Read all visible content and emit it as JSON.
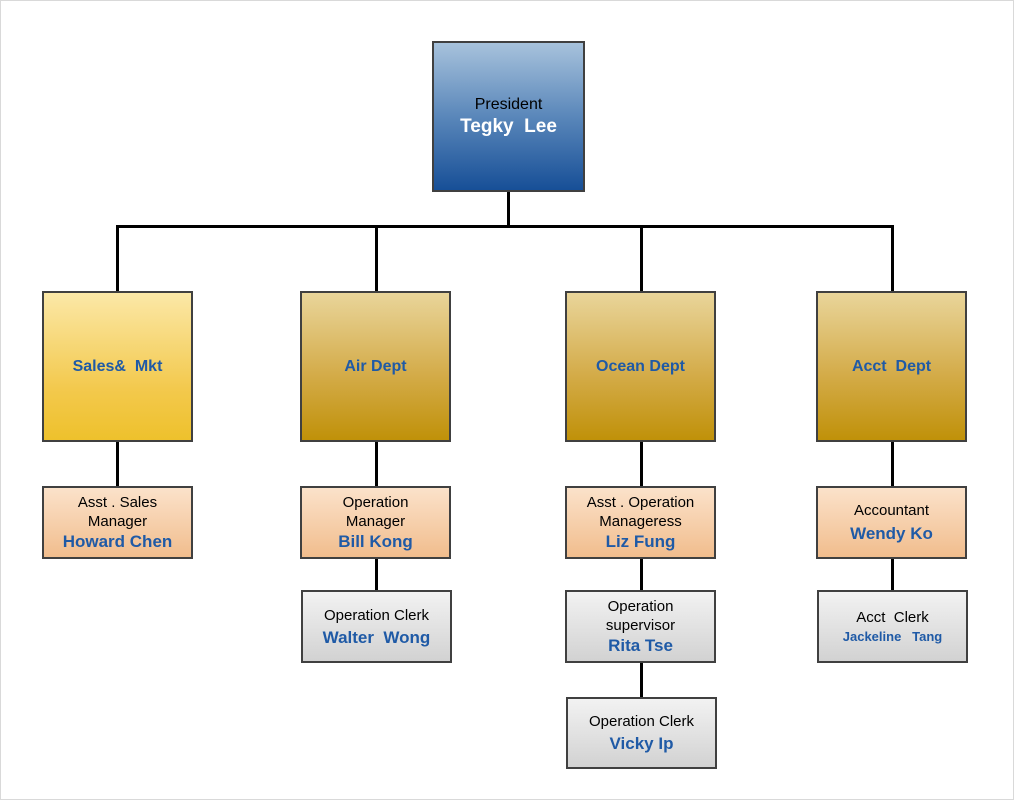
{
  "president": {
    "role": "President",
    "name": "Tegky  Lee"
  },
  "departments": {
    "sales": {
      "title": "Sales&  Mkt",
      "manager": {
        "role_line1": "Asst . Sales",
        "role_line2": "Manager",
        "name": "Howard Chen"
      }
    },
    "air": {
      "title": "Air Dept",
      "manager": {
        "role_line1": "Operation",
        "role_line2": "Manager",
        "name": "Bill Kong"
      },
      "clerk": {
        "role": "Operation Clerk",
        "name": "Walter  Wong"
      }
    },
    "ocean": {
      "title": "Ocean Dept",
      "manager": {
        "role_line1": "Asst . Operation",
        "role_line2": "Manageress",
        "name": "Liz Fung"
      },
      "supervisor": {
        "role_line1": "Operation",
        "role_line2": "supervisor",
        "name": "Rita Tse"
      },
      "clerk": {
        "role": "Operation Clerk",
        "name": "Vicky Ip"
      }
    },
    "acct": {
      "title": "Acct  Dept",
      "manager": {
        "role": "Accountant",
        "name": "Wendy Ko"
      },
      "clerk": {
        "role": "Acct  Clerk",
        "name": "Jackeline   Tang"
      }
    }
  },
  "colors": {
    "name_blue": "#1f5aa6",
    "president_gradient": [
      "#a7c2dc",
      "#174f97"
    ],
    "dept_gold": [
      "#e9d59a",
      "#c09109"
    ],
    "sales_yellow": [
      "#fbe8a7",
      "#eec12c"
    ],
    "manager_peach": [
      "#fbe2ca",
      "#f1bd8d"
    ],
    "clerk_gray": [
      "#f2f2f2",
      "#d2d2d2"
    ],
    "connector": "#000000"
  }
}
